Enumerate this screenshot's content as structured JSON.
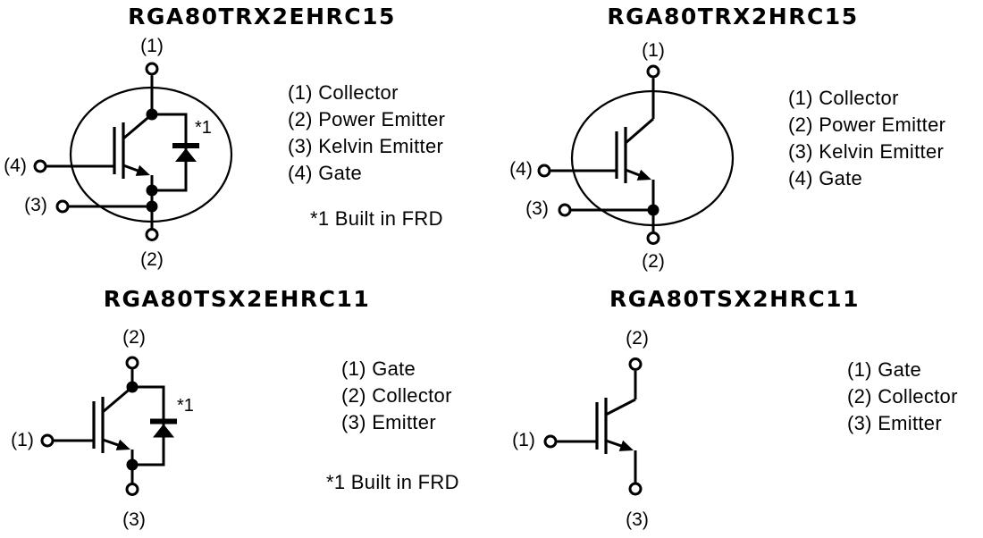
{
  "figure": {
    "background": "#ffffff",
    "ink": "#000000",
    "panels": {
      "tl": {
        "title": "RGA80TRX2EHRC15",
        "pin1": "(1)",
        "pin2": "(2)",
        "pin3": "(3)",
        "pin4": "(4)",
        "frd_marker": "*1",
        "legend": [
          "(1) Collector",
          "(2) Power Emitter",
          "(3) Kelvin Emitter",
          "(4) Gate"
        ],
        "note": "*1 Built in FRD"
      },
      "tr": {
        "title": "RGA80TRX2HRC15",
        "pin1": "(1)",
        "pin2": "(2)",
        "pin3": "(3)",
        "pin4": "(4)",
        "legend": [
          "(1) Collector",
          "(2) Power Emitter",
          "(3) Kelvin Emitter",
          "(4) Gate"
        ]
      },
      "bl": {
        "title": "RGA80TSX2EHRC11",
        "pin1": "(1)",
        "pin2": "(2)",
        "pin3": "(3)",
        "frd_marker": "*1",
        "legend": [
          "(1) Gate",
          "(2) Collector",
          "(3) Emitter"
        ],
        "note": "*1 Built in FRD"
      },
      "br": {
        "title": "RGA80TSX2HRC11",
        "pin1": "(1)",
        "pin2": "(2)",
        "pin3": "(3)",
        "legend": [
          "(1) Gate",
          "(2) Collector",
          "(3) Emitter"
        ]
      }
    }
  }
}
